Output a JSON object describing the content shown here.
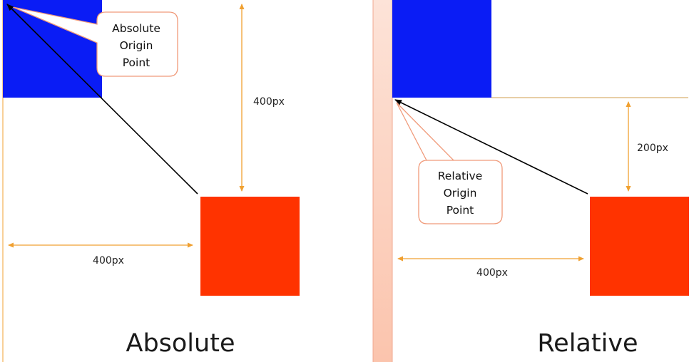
{
  "colors": {
    "blue_box": "#0a1cf5",
    "red_box": "#ff3300",
    "dimension_line": "#f0a030",
    "callout_border": "#f09a7a",
    "divider": "#fbd2c0",
    "divider_edge": "#f0a890",
    "pointer_line": "#000000"
  },
  "absolute_panel": {
    "callout": {
      "line1": "Absolute",
      "line2": "Origin",
      "line3": "Point"
    },
    "vertical_distance_label": "400px",
    "horizontal_distance_label": "400px",
    "caption": "Absolute"
  },
  "relative_panel": {
    "callout": {
      "line1": "Relative",
      "line2": "Origin",
      "line3": "Point"
    },
    "vertical_distance_label": "200px",
    "horizontal_distance_label": "400px",
    "caption": "Relative"
  }
}
